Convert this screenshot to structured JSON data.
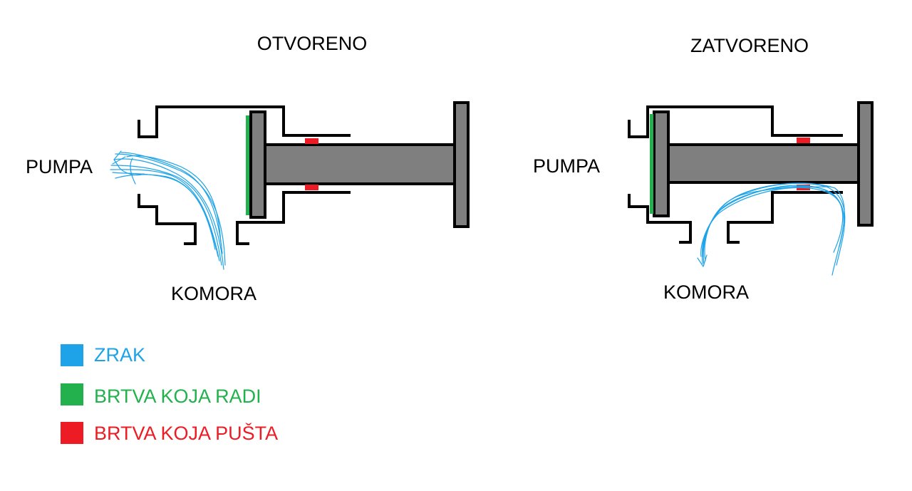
{
  "colors": {
    "air": "#1fa3e8",
    "working_seal": "#22b14c",
    "leaking_seal": "#ed1c24",
    "metal": "#7f7f7f",
    "outline": "#000000"
  },
  "panels": {
    "open": {
      "title": "OTVORENO",
      "pump_label": "PUMPA",
      "chamber_label": "KOMORA"
    },
    "closed": {
      "title": "ZATVORENO",
      "pump_label": "PUMPA",
      "chamber_label": "KOMORA"
    }
  },
  "legend": {
    "items": [
      {
        "label": "ZRAK",
        "color": "#1fa3e8"
      },
      {
        "label": "BRTVA KOJA RADI",
        "color": "#22b14c"
      },
      {
        "label": "BRTVA KOJA PUŠTA",
        "color": "#ed1c24"
      }
    ]
  }
}
